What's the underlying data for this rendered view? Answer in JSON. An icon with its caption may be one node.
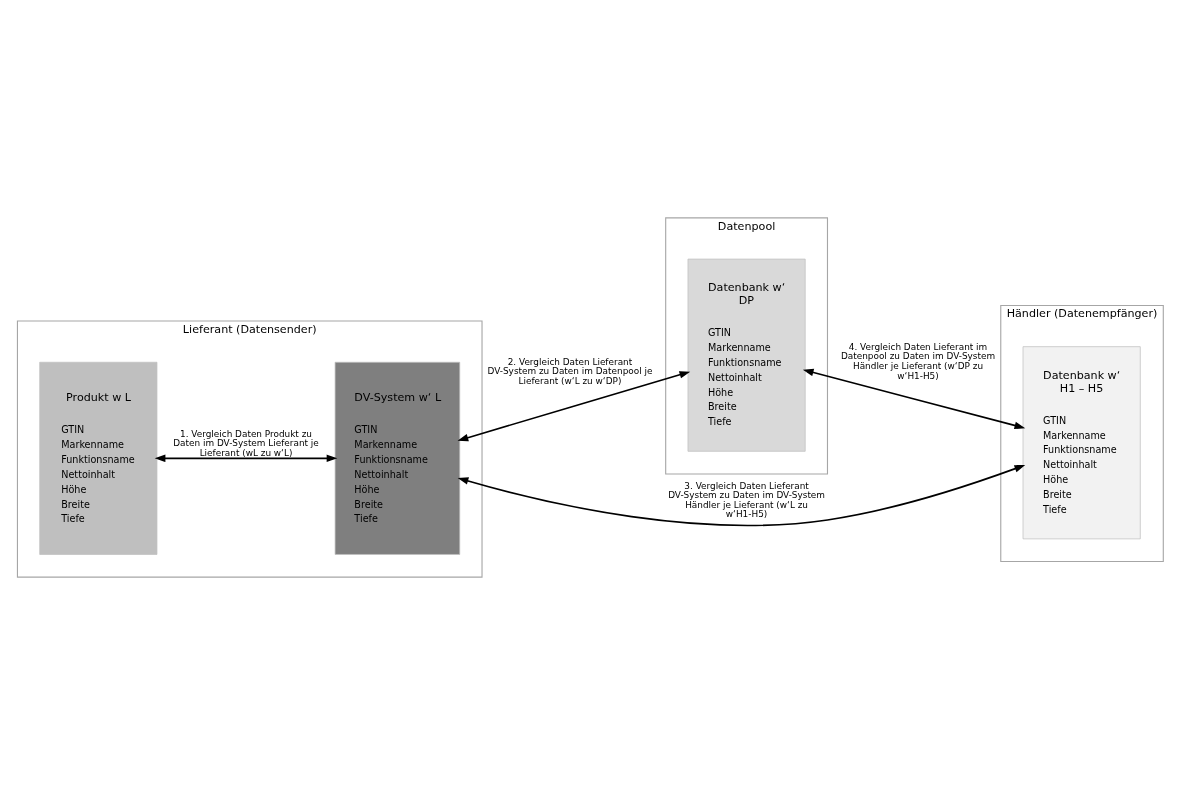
{
  "diagram": {
    "nodes": [
      {
        "text": [
          "Lieferant (Datensender)"
        ]
      },
      {
        "text": [
          "Produkt w L",
          "GTIN",
          "Markenname",
          "Funktionsname",
          "Nettoinhalt",
          "Höhe",
          "Breite",
          "Tiefe"
        ],
        "in": 0
      },
      {
        "text": [
          "DV-System w‘ L",
          "GTIN",
          "Markenname",
          "Funktionsname",
          "Nettoinhalt",
          "Höhe",
          "Breite",
          "Tiefe"
        ],
        "in": 0
      },
      {
        "text": [
          "Datenpool"
        ]
      },
      {
        "text": [
          "Datenbank w‘ DP",
          "GTIN",
          "Markenname",
          "Funktionsname",
          "Nettoinhalt",
          "Höhe",
          "Breite",
          "Tiefe"
        ],
        "in": 3
      },
      {
        "text": [
          "Händler (Datenempfänger)"
        ]
      },
      {
        "text": [
          "Datenbank w‘ H1 – H5",
          "GTIN",
          "Markenname",
          "Funktionsname",
          "Nettoinhalt",
          "Höhe",
          "Breite",
          "Tiefe"
        ],
        "in": 5
      }
    ],
    "edges": [
      {
        "from": 1,
        "to": 2,
        "arrow": "both",
        "label": "1. Vergleich Daten Produkt zu Daten im DV-System Lieferant je Lieferant (wL zu w‘L)"
      },
      {
        "from": 2,
        "to": 4,
        "arrow": "both",
        "label": "2. Vergleich Daten Lieferant DV-System zu Daten im Datenpool je Lieferant (w‘L zu w‘DP)"
      },
      {
        "from": 2,
        "to": 6,
        "arrow": "both",
        "label": "3. Vergleich Daten Lieferant DV-System zu Daten im DV-System Händler je Lieferant (w‘L zu w‘H1-H5)"
      },
      {
        "from": 4,
        "to": 6,
        "arrow": "both",
        "label": "4. Vergleich Daten Lieferant im Datenpool zu Daten im DV-System Händler je Lieferant (w‘DP zu w‘H1-H5)"
      }
    ]
  }
}
